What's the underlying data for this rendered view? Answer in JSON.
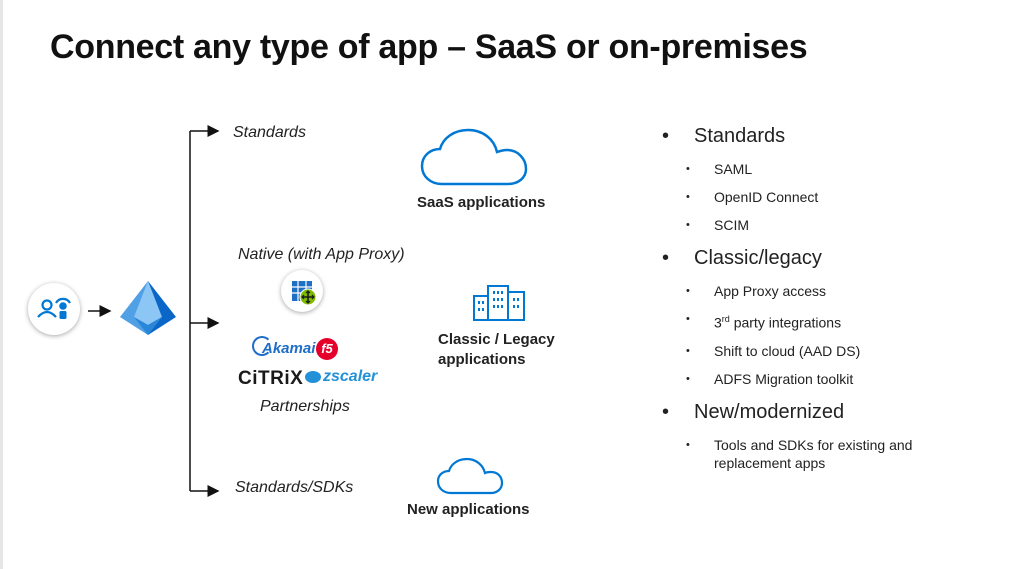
{
  "title": "Connect any type of app – SaaS or on-premises",
  "diagram": {
    "branch_labels": {
      "standards": "Standards",
      "native": "Native (with App Proxy)",
      "partnerships": "Partnerships",
      "standards_sdks": "Standards/SDKs"
    },
    "app_labels": {
      "saas": "SaaS applications",
      "classic_line1": "Classic / Legacy",
      "classic_line2": "applications",
      "new": "New applications"
    },
    "partner_logos": {
      "akamai": "Akamai",
      "f5": "f5",
      "citrix": "CiTRiX",
      "zscaler": "zscaler"
    },
    "icons": [
      "user-identity-icon",
      "azure-ad-pyramid-icon",
      "app-proxy-icon",
      "cloud-icon",
      "building-icon"
    ]
  },
  "bullets": {
    "g1": {
      "label": "Standards",
      "items": [
        "SAML",
        "OpenID Connect",
        "SCIM"
      ]
    },
    "g2": {
      "label": "Classic/legacy",
      "item1": "App Proxy access",
      "item2_pre": "3",
      "item2_sup": "rd",
      "item2_post": " party integrations",
      "item3": "Shift to cloud (AAD DS)",
      "item4": "ADFS Migration toolkit"
    },
    "g3": {
      "label": "New/modernized",
      "items": [
        "Tools and SDKs for existing and replacement apps"
      ]
    }
  },
  "colors": {
    "accent_blue": "#0078d4",
    "light_blue": "#50a0e6",
    "akamai_blue": "#1e6ec8",
    "f5_red": "#e4002b",
    "zscaler_blue": "#2291d8"
  }
}
